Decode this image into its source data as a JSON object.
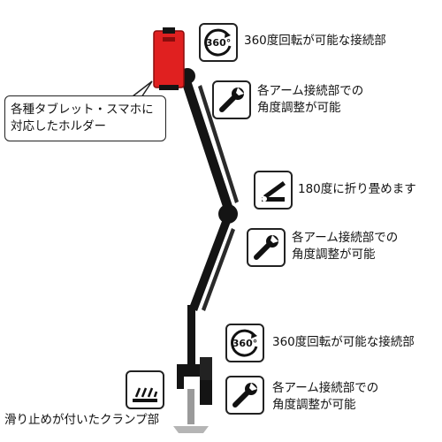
{
  "callout": {
    "line1": "各種タブレット・スマホに",
    "line2": "対応したホルダー"
  },
  "annotations": [
    {
      "icon": "rotate-360-icon",
      "icon_text": "360°",
      "lines": [
        "360度回転が可能な接続部"
      ]
    },
    {
      "icon": "wrench-icon",
      "lines": [
        "各アーム接続部での",
        "角度調整が可能"
      ]
    },
    {
      "icon": "folding-arm-icon",
      "lines": [
        "180度に折り畳めます"
      ]
    },
    {
      "icon": "wrench-icon",
      "lines": [
        "各アーム接続部での",
        "角度調整が可能"
      ]
    },
    {
      "icon": "rotate-360-icon",
      "icon_text": "360°",
      "lines": [
        "360度回転が可能な接続部"
      ]
    },
    {
      "icon": "wrench-icon",
      "lines": [
        "各アーム接続部での",
        "角度調整が可能"
      ]
    }
  ],
  "clamp": {
    "icon": "anti-slip-icon",
    "label": "滑り止めが付いたクランプ部"
  },
  "colors": {
    "holder": "#e02020",
    "arm": "#141414"
  }
}
